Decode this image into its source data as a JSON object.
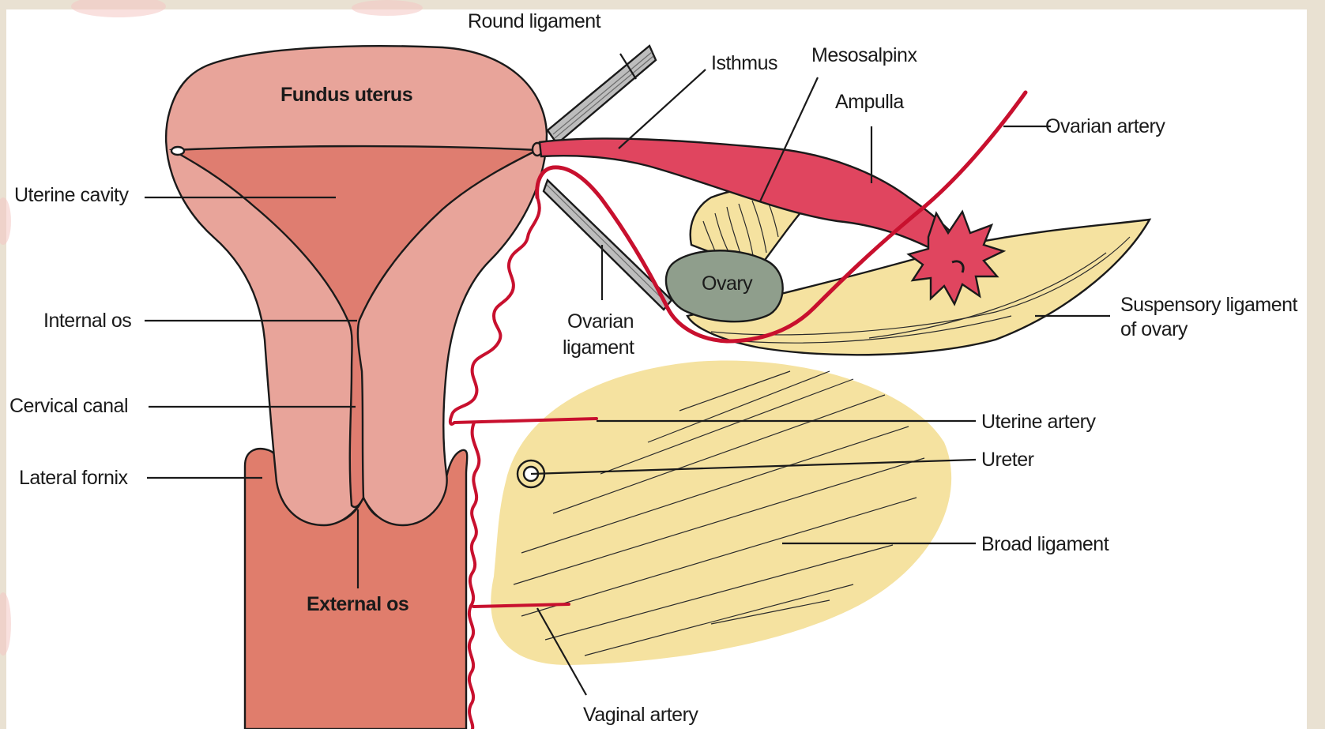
{
  "colors": {
    "page_background": "#e9e1d2",
    "panel": "#ffffff",
    "uterus_body": "#e8a49a",
    "cavity": "#df7d70",
    "vagina": "#e07d6c",
    "tube": "#e0455f",
    "artery": "#c8102e",
    "ligament_yellow": "#f5e2a0",
    "ovary": "#8f9e8c",
    "grey_ligament": "#a9a9a9"
  },
  "labels": {
    "fundus_uterus": "Fundus uterus",
    "uterine_cavity": "Uterine cavity",
    "internal_os": "Internal os",
    "cervical_canal": "Cervical canal",
    "lateral_fornix": "Lateral fornix",
    "external_os": "External os",
    "round_ligament": "Round ligament",
    "isthmus": "Isthmus",
    "mesosalpinx": "Mesosalpinx",
    "ampulla": "Ampulla",
    "ovarian_artery": "Ovarian artery",
    "ovary": "Ovary",
    "ovarian_ligament_line1": "Ovarian",
    "ovarian_ligament_line2": "ligament",
    "suspensory_line1": "Suspensory ligament",
    "suspensory_line2": "of ovary",
    "uterine_artery": "Uterine artery",
    "ureter": "Ureter",
    "broad_ligament": "Broad ligament",
    "vaginal_artery": "Vaginal artery"
  }
}
